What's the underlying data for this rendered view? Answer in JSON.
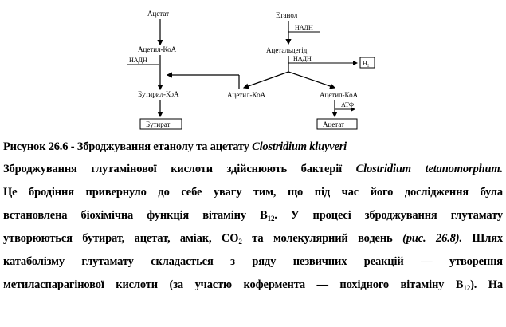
{
  "diagram": {
    "labels": {
      "acetate_top": "Ацетат",
      "ethanol": "Етанол",
      "nadh_1": "НАДН",
      "acetyl_coa_left": "Ацетил-КоА",
      "nadh_2": "НАДН",
      "acetaldehyde": "Ацетальдегід",
      "nadh_3": "НАДН",
      "h2": "H₂",
      "butyryl_coa": "Бутирил-КоА",
      "acetyl_coa_mid": "Ацетил-КоА",
      "acetyl_coa_right": "Ацетил-КоА",
      "atp": "АТФ",
      "butyrate": "Бутират",
      "acetate_bottom": "Ацетат"
    }
  },
  "caption": {
    "prefix": "Рисунок 26.6 - Зброджування етанолу та ацетату ",
    "organism": "Clostridium kluyveri"
  },
  "paragraph": {
    "l1_a": "Зброджування глутамінової кислоти здійснюють бактерії ",
    "l1_b": "Clostridium tetanomorphum.",
    "l2": "Це бродіння привернуло до себе увагу тим, що під час його дослідження була",
    "l3_a": "встановлена біохімічна функція вітаміну В",
    "l3_sub": "12",
    "l3_b": ". У процесі зброджування глутамату",
    "l4_a": "утворюються бутират, ацетат, аміак, СО",
    "l4_sub": "2",
    "l4_b": " та молекулярний водень ",
    "l4_ref": "(рис. 26.8).",
    "l4_c": " Шлях",
    "l5": "катаболізму глутамату складається з ряду незвичних реакцій — утворення",
    "l6_a": "метиласпарагінової кислоти (за участю кофермента — похідного вітаміну В",
    "l6_sub": "12",
    "l6_b": "). На"
  }
}
